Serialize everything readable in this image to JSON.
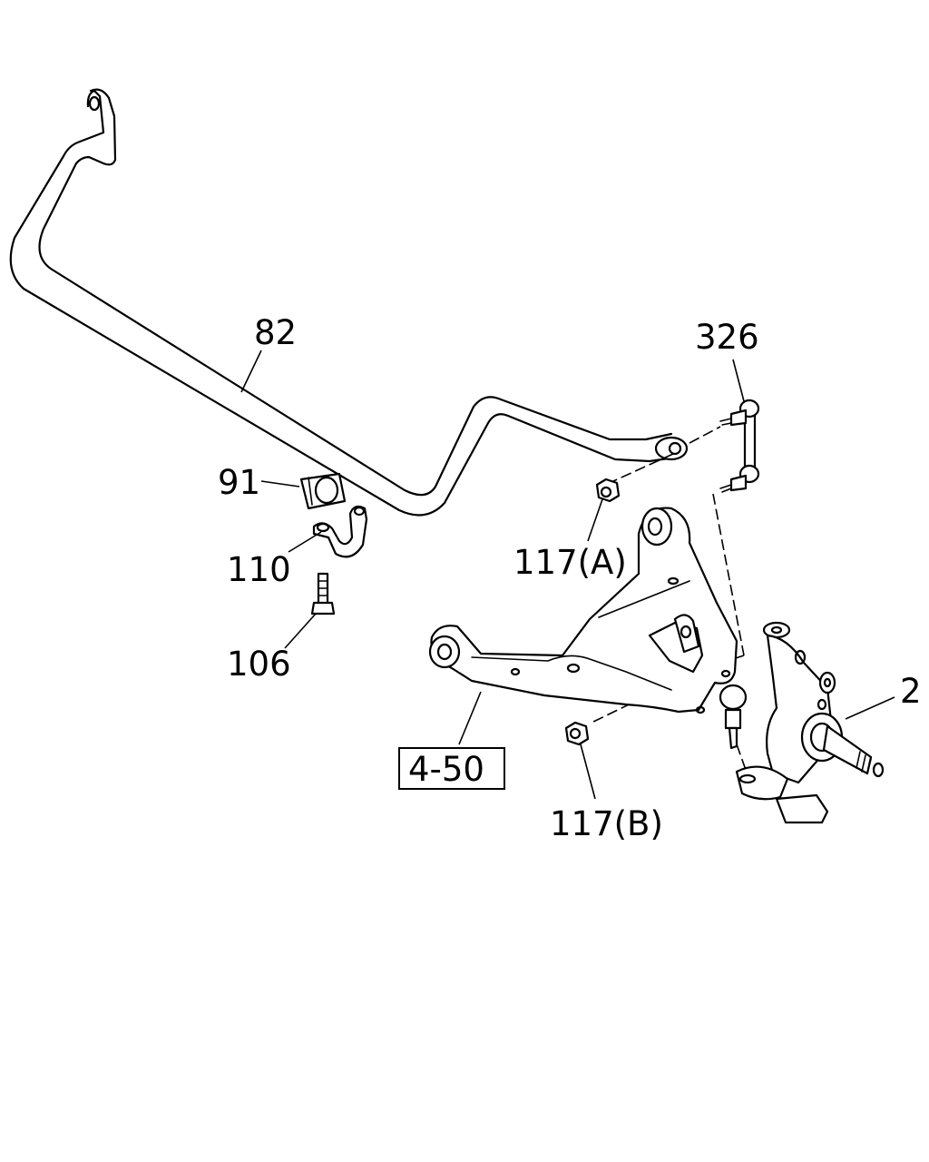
{
  "diagram": {
    "callouts": {
      "stabilizer_bar": "82",
      "link": "326",
      "bushing": "91",
      "bracket": "110",
      "bolt": "106",
      "nut_a": "117(A)",
      "nut_b": "117(B)",
      "knuckle": "2",
      "lower_arm_ref": "4-50"
    }
  }
}
